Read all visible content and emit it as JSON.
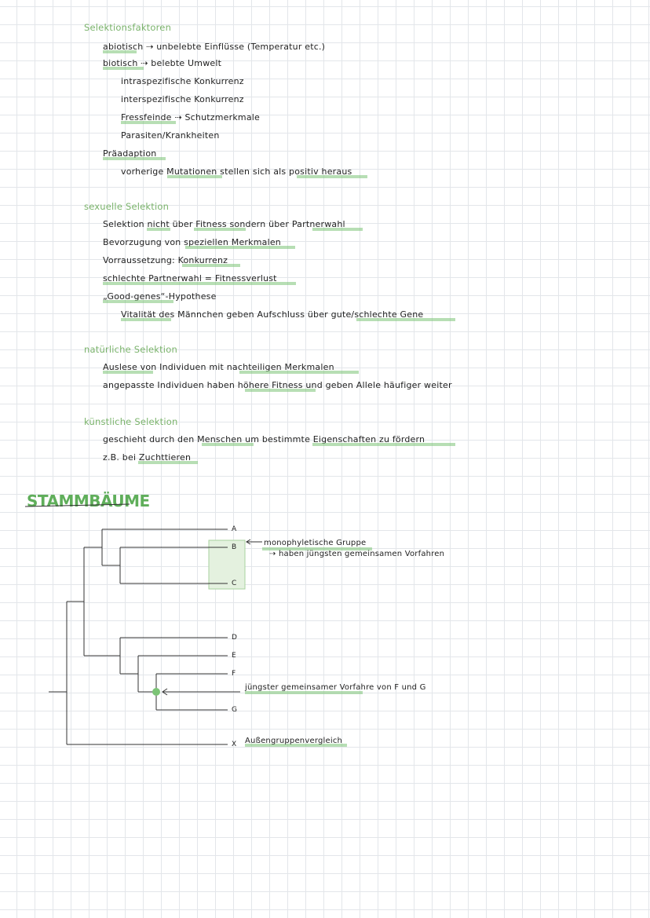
{
  "sections": {
    "selektionsfaktoren": {
      "title": "Selektionsfaktoren",
      "l1": "abiotisch ⇢ unbelebte Einflüsse (Temperatur etc.)",
      "l2": "biotisch ⇢ belebte Umwelt",
      "l3": "intraspezifische Konkurrenz",
      "l4": "interspezifische Konkurrenz",
      "l5": "Fressfeinde ⇢ Schutzmerkmale",
      "l6": "Parasiten/Krankheiten",
      "l7": "Präadaption",
      "l8": "vorherige Mutationen stellen sich als positiv heraus"
    },
    "sexuell": {
      "title": "sexuelle Selektion",
      "l1": "Selektion nicht über Fitness sondern über Partnerwahl",
      "l2": "Bevorzugung von speziellen Merkmalen",
      "l3": "Vorraussetzung: Konkurrenz",
      "l4": "schlechte Partnerwahl = Fitnessverlust",
      "l5": "„Good-genes“-Hypothese",
      "l6": "Vitalität des Männchen geben Aufschluss über gute/schlechte Gene"
    },
    "natuerlich": {
      "title": "natürliche Selektion",
      "l1": "Auslese von Individuen mit nachteiligen Merkmalen",
      "l2": "angepasste Individuen haben höhere Fitness und geben Allele häufiger weiter"
    },
    "kuenstlich": {
      "title": "künstliche Selektion",
      "l1": "geschieht durch den Menschen um bestimmte Eigenschaften zu fördern",
      "l2": "z.B. bei Zuchttieren"
    }
  },
  "stammbaeume": {
    "title": "STAMMBÄUME",
    "labels": {
      "a": "A",
      "b": "B",
      "c": "C",
      "d": "D",
      "e": "E",
      "f": "F",
      "g": "G",
      "x": "X"
    },
    "annotation_mono_1": "monophyletische Gruppe",
    "annotation_mono_2": "⇢ haben jüngsten gemeinsamen Vorfahren",
    "annotation_ancestor": "jüngster gemeinsamer Vorfahre von F und G",
    "annotation_outgroup": "Außengruppenvergleich"
  },
  "colors": {
    "heading": "#7ab36b",
    "highlight": "#7cc476",
    "box": "#cfe6c7"
  }
}
